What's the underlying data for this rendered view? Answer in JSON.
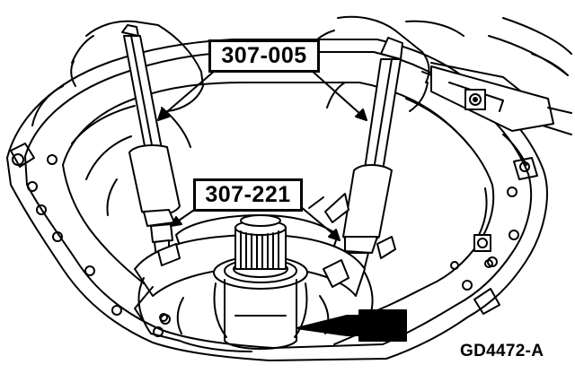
{
  "callouts": {
    "tool_upper": "307-005",
    "tool_lower": "307-221"
  },
  "figure_code": "GD4472-A",
  "colors": {
    "line": "#000000",
    "fill": "#ffffff"
  }
}
